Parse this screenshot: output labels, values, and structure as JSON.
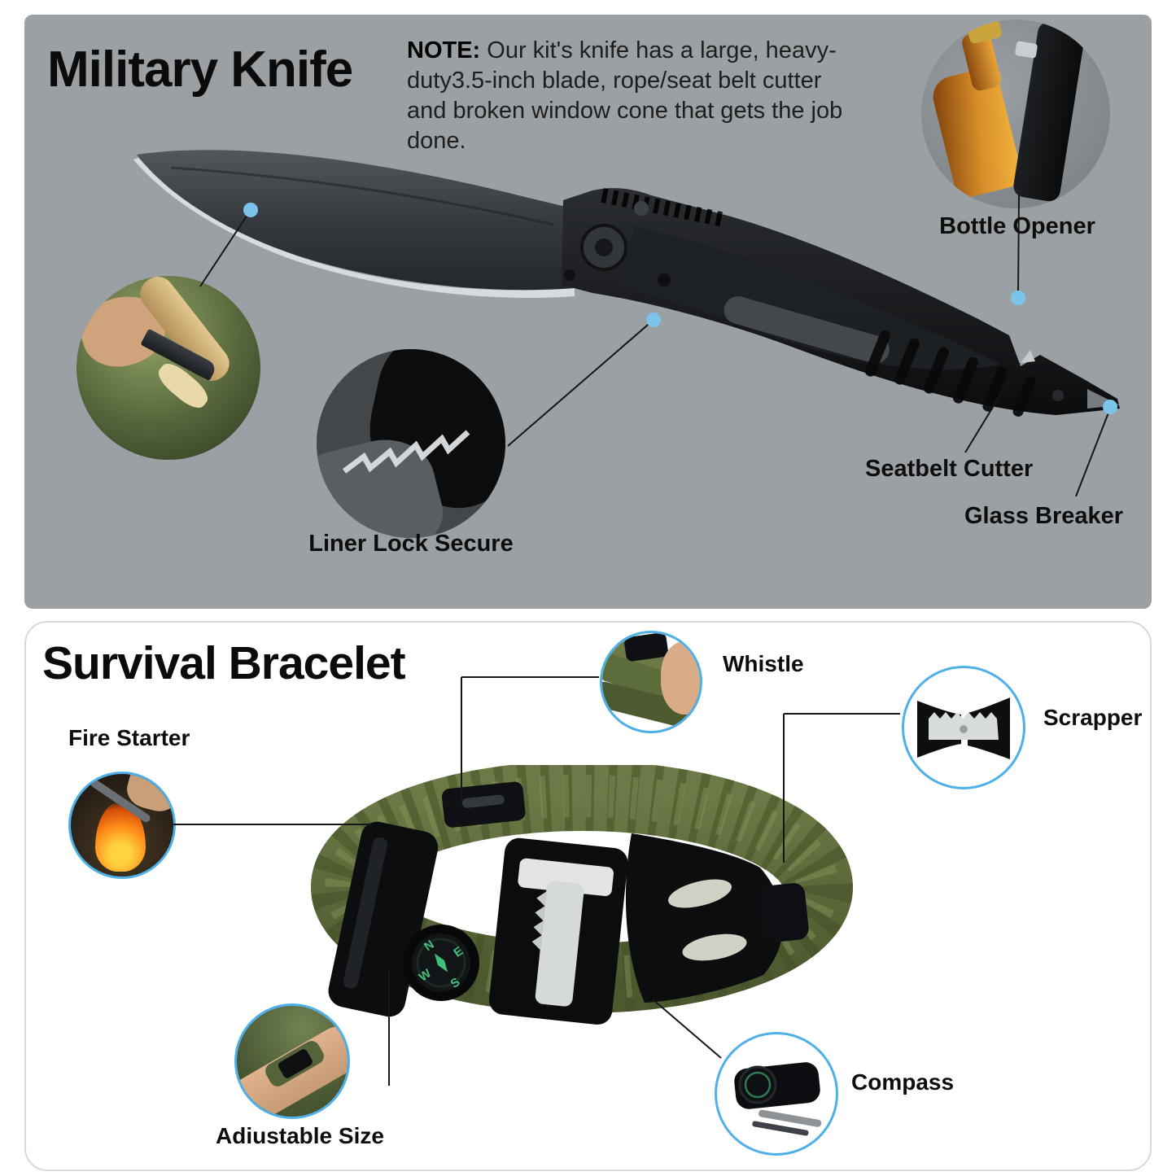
{
  "knife_section": {
    "title": "Military Knife",
    "note": {
      "label": "NOTE:",
      "text": " Our kit's knife has a large, heavy-duty3.5-inch blade, rope/seat belt cutter and broken window cone that gets the job done."
    },
    "labels": {
      "bottle_opener": "Bottle Opener",
      "liner_lock": "Liner Lock Secure",
      "seatbelt_cutter": "Seatbelt Cutter",
      "glass_breaker": "Glass Breaker"
    }
  },
  "bracelet_section": {
    "title": "Survival Bracelet",
    "labels": {
      "fire_starter": "Fire Starter",
      "whistle": "Whistle",
      "scrapper": "Scrapper",
      "adjustable_size": "Adiustable Size",
      "compass": "Compass"
    },
    "compass_letters": {
      "n": "N",
      "e": "E",
      "s": "S",
      "w": "W"
    }
  },
  "colors": {
    "panel_gray": "#9aa0a4",
    "callout_dot_blue": "#7cc4ec",
    "inset_ring_blue": "#4fb0e8",
    "cord_olive": "#5d6c3b",
    "line_black": "#161616"
  }
}
